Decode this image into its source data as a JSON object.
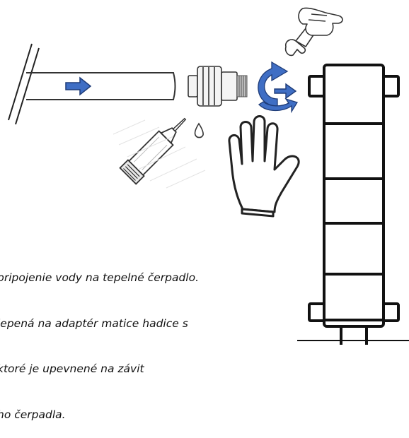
{
  "caption": {
    "lines": [
      "pripojenie vody na tepelné čerpadlo.",
      "lepená na adaptér matice hadice s",
      "ktoré je upevnené na závit",
      "ho čerpadla."
    ]
  },
  "colors": {
    "arrow_fill": "#3f6ec4",
    "arrow_outline": "#1f3c78",
    "rotation_arrow": "#3f6ec4",
    "line": "#222222"
  },
  "icons": {
    "wrench_hand": "hand-with-wrench-icon",
    "stop_hand": "raised-hand-icon",
    "glue_tube": "glue-tube-icon",
    "fitting": "pipe-adapter-fitting-icon",
    "heat_pump": "heat-pump-unit-icon",
    "rotation": "rotate-arrow-icon"
  }
}
